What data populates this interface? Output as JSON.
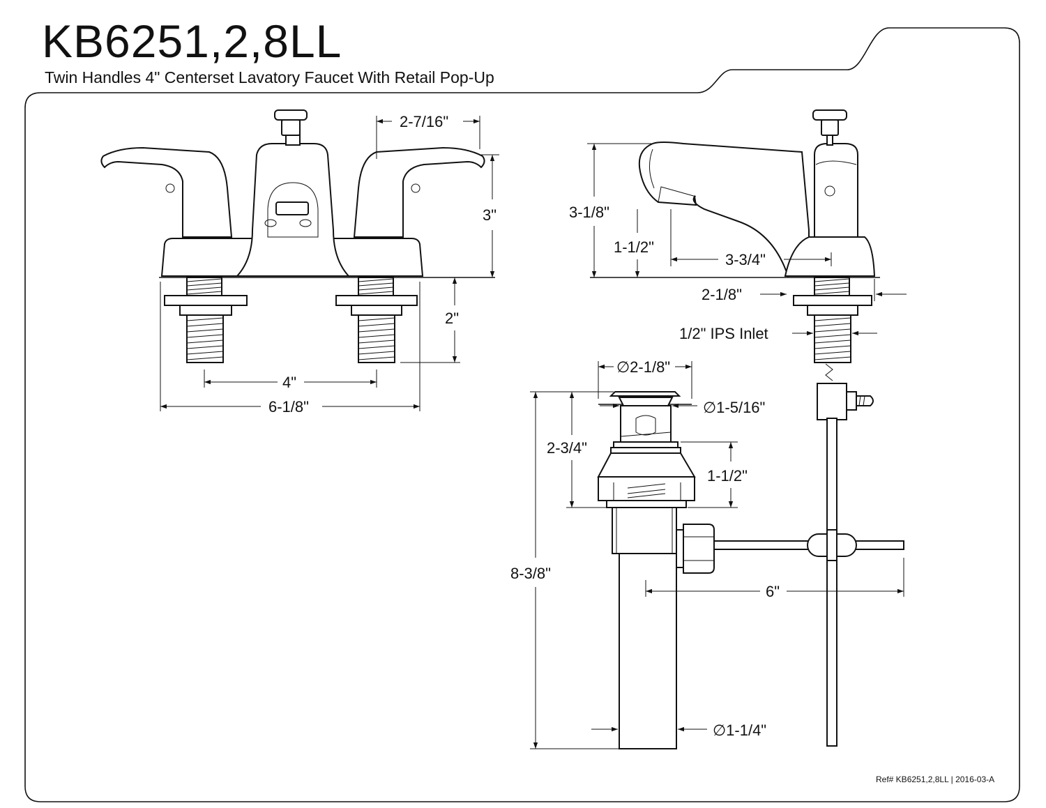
{
  "header": {
    "model": "KB6251,2,8LL",
    "description": "Twin Handles 4\" Centerset Lavatory Faucet With Retail Pop-Up"
  },
  "footer": {
    "reference": "Ref# KB6251,2,8LL | 2016-03-A"
  },
  "front_view": {
    "spout_offset": "2-7/16\"",
    "height": "3\"",
    "shank_length": "2\"",
    "center_spacing": "4\"",
    "overall_width": "6-1/8\""
  },
  "side_view": {
    "overall_height": "3-1/8\"",
    "spout_height": "1-1/2\"",
    "spout_reach": "3-3/4\"",
    "base_width": "2-1/8\"",
    "inlet": "1/2\" IPS Inlet"
  },
  "popup_drain": {
    "flange_diameter": "∅2-1/8\"",
    "body_diameter": "∅1-5/16\"",
    "body_height": "2-3/4\"",
    "nut_height": "1-1/2\"",
    "total_length": "8-3/8\"",
    "rod_length": "6\"",
    "tail_diameter": "∅1-1/4\""
  }
}
